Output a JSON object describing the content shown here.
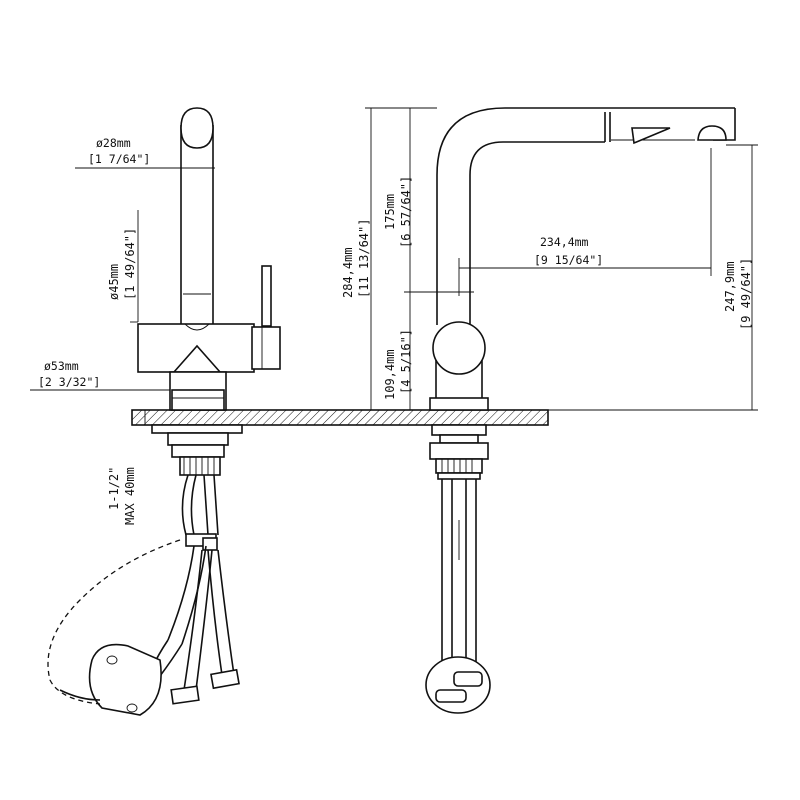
{
  "diagram": {
    "left_view": {
      "spout_diameter": "ø28mm",
      "spout_diameter_in": "[1 7/64\"]",
      "body_diameter": "ø45mm",
      "body_diameter_in": "[1 49/64\"]",
      "base_diameter": "ø53mm",
      "base_diameter_in": "[2 3/32\"]",
      "deck_thickness": "1-1/2\"",
      "deck_thickness_mm": "MAX 40mm"
    },
    "right_view": {
      "total_height": "284,4mm",
      "total_height_in": "[11 13/64\"]",
      "upper_height": "175mm",
      "upper_height_in": "[6 57/64\"]",
      "lower_height": "109,4mm",
      "lower_height_in": "[4 5/16\"]",
      "reach": "234,4mm",
      "reach_in": "[9 15/64\"]",
      "outlet_height": "247,9mm",
      "outlet_height_in": "[9 49/64\"]"
    }
  }
}
